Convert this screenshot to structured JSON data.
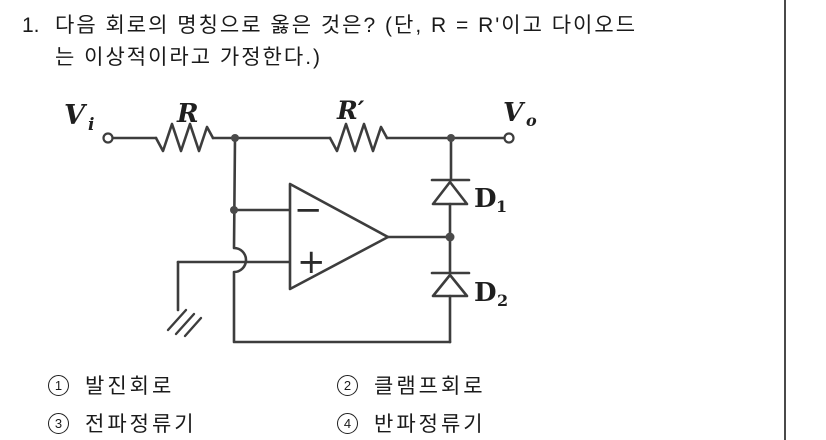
{
  "question": {
    "number": "1.",
    "line1": "다음 회로의 명칭으로 옳은 것은? (단, R = R'이고 다이오드",
    "line2": "는 이상적이라고 가정한다.)"
  },
  "circuit": {
    "labels": {
      "v_in": {
        "base": "V",
        "sub": "i"
      },
      "v_out": {
        "base": "V",
        "sub": "o"
      },
      "r": "R",
      "r_prime": "R′",
      "d1": {
        "base": "D",
        "sub": "1"
      },
      "d2": {
        "base": "D",
        "sub": "2"
      },
      "minus": "−",
      "plus": "+"
    }
  },
  "options": [
    {
      "number": "1",
      "label": "발진회로"
    },
    {
      "number": "2",
      "label": "클램프회로"
    },
    {
      "number": "3",
      "label": "전파정류기"
    },
    {
      "number": "4",
      "label": "반파정류기"
    }
  ],
  "colors": {
    "ink": "#1a1a1a",
    "wire": "#3d3d3d",
    "background": "#ffffff",
    "divider": "#4a4a4a"
  }
}
